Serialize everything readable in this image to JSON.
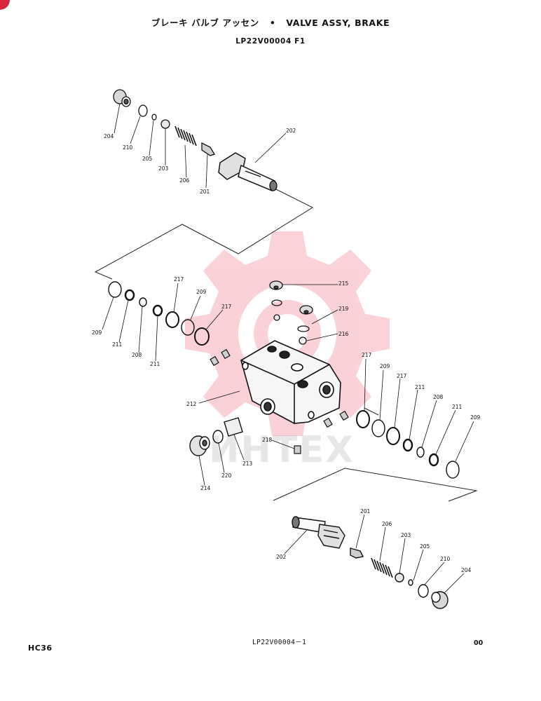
{
  "header": {
    "title_jp": "ブレーキ バルブ アッセン",
    "separator": "•",
    "title_en": "VALVE ASSY, BRAKE",
    "drawing_code": "LP22V00004 F1"
  },
  "footer": {
    "sheet_code": "LP22V00004－1",
    "model": "HC36",
    "page": "00"
  },
  "watermark": {
    "text": "ИНТЕХ",
    "color": "#e6334a"
  },
  "part_labels": {
    "p204a": "204",
    "p210a": "210",
    "p205a": "205",
    "p203a": "203",
    "p206a": "206",
    "p201a": "201",
    "p202a": "202",
    "p209a": "209",
    "p211a": "211",
    "p208a": "208",
    "p211b": "211",
    "p217a": "217",
    "p209b": "209",
    "p217b": "217",
    "p215": "215",
    "p219": "219",
    "p216": "216",
    "p217c": "217",
    "p209c": "209",
    "p217d": "217",
    "p211c": "211",
    "p208b": "208",
    "p211d": "211",
    "p209d": "209",
    "p212": "212",
    "p218": "218",
    "p213": "213",
    "p220": "220",
    "p214": "214",
    "p201b": "201",
    "p206b": "206",
    "p203b": "203",
    "p205b": "205",
    "p210b": "210",
    "p204b": "204",
    "p202b": "202"
  }
}
